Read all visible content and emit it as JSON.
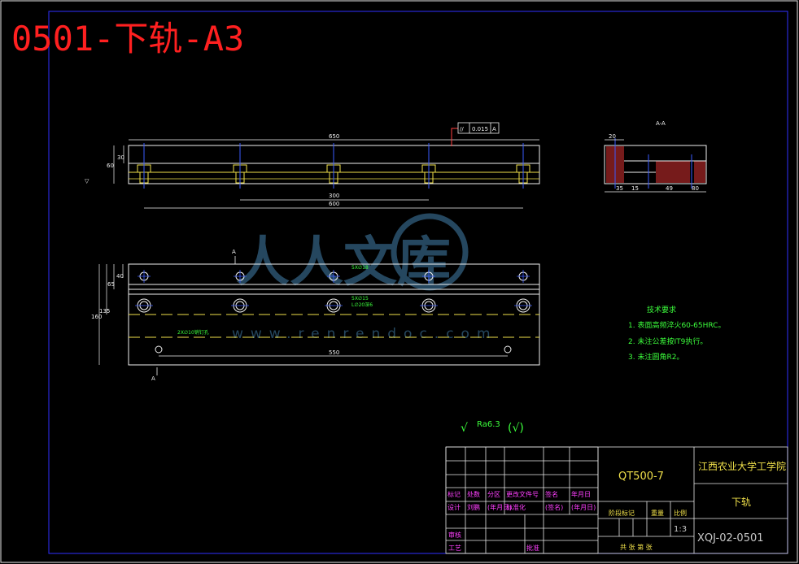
{
  "title": "0501-下轨-A3",
  "section_label": "A-A",
  "tolerance": {
    "symbol": "//",
    "value": "0.015",
    "datum": "A"
  },
  "dims": {
    "top_len": "650",
    "mid_len": "300",
    "bot_len": "600",
    "height_left": "60",
    "height_inner": "30",
    "holes_spacing": "550",
    "plan_40": "40",
    "plan_65": "65",
    "plan_135": "135",
    "plan_160": "160",
    "sec_20": "20",
    "sec_35": "35",
    "sec_15": "15",
    "sec_49": "49",
    "sec_80": "80"
  },
  "notes_labels": {
    "hole_a": "5X∅18",
    "hole_b": "5X∅15",
    "hole_b2": "L∅20深6",
    "hole_c": "2X∅10销钉孔",
    "section_mark": "A"
  },
  "tech_req": {
    "heading": "技术要求",
    "items": [
      "1. 表面高频淬火60-65HRC。",
      "2. 未注公差按IT9执行。",
      "3. 未注圆角R2。"
    ]
  },
  "roughness": {
    "symbol": "√",
    "value": "Ra6.3",
    "rest": "(√)"
  },
  "watermark": {
    "brand": "人人文库",
    "url": "www.renrendoc.com"
  },
  "title_block": {
    "material": "QT500-7",
    "school": "江西农业大学工学院",
    "part_name": "下轨",
    "drawing_no": "XQJ-02-0501",
    "scale": "1:3",
    "hdr": [
      "标记",
      "处数",
      "分区",
      "更改文件号",
      "签名",
      "年月日"
    ],
    "row_design": [
      "设计",
      "刘鹏",
      "(年月日)",
      "标准化",
      "(签名)",
      "(年月日)"
    ],
    "row_review": "审核",
    "row_process": "工艺",
    "row_approve": "批准",
    "stage_label": "阶段标记",
    "weight_label": "重量",
    "scale_label": "比例",
    "sheets": "共  张 第  张"
  }
}
